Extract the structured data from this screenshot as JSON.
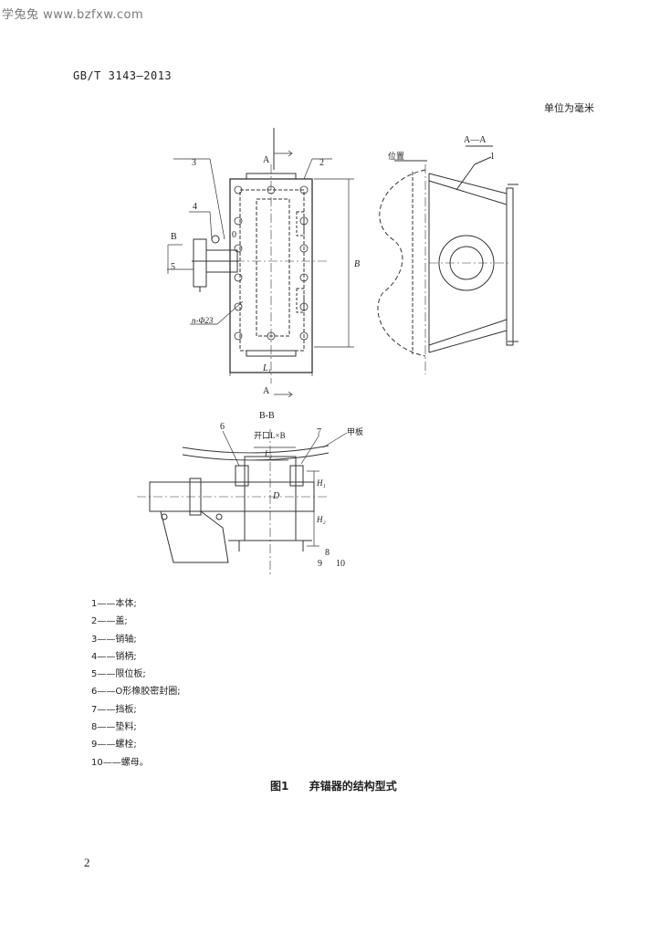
{
  "watermark": "学兔兔 www.bzfxw.com",
  "header": {
    "standard_no": "GB/T 3143—2013"
  },
  "unit_note": "单位为毫米",
  "figure": {
    "callouts": [
      "1",
      "2",
      "3",
      "4",
      "5",
      "6",
      "7",
      "8",
      "9",
      "10"
    ],
    "section_marks": {
      "a": "A",
      "b": "B",
      "aa": "A—A",
      "bb": "B-B"
    },
    "dims": {
      "B": "B",
      "L1": "L₁",
      "L2": "L₂",
      "H1": "H₁",
      "H2": "H₂",
      "D": "D",
      "holes": "n-Φ23",
      "opening": "开口L×B",
      "zero": "0"
    },
    "labels": {
      "position": "位置",
      "deck": "甲板"
    }
  },
  "legend": [
    "1——本体;",
    "2——盖;",
    "3——销轴;",
    "4——销柄;",
    "5——限位板;",
    "6——O形橡胶密封圈;",
    "7——挡板;",
    "8——垫料;",
    "9——螺栓;",
    "10——螺母。"
  ],
  "caption": {
    "number": "图1",
    "title": "弃锚器的结构型式"
  },
  "page_number": "2"
}
